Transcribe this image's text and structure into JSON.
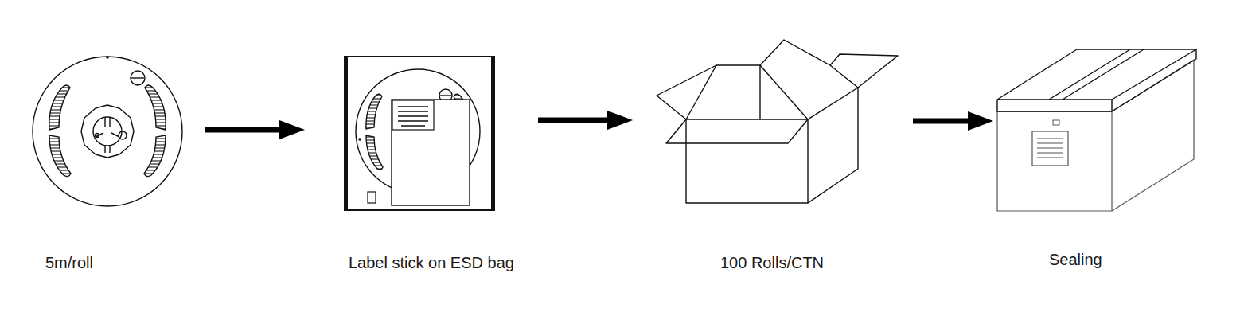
{
  "diagram": {
    "nodes": [
      {
        "text": [
          "5m/roll"
        ]
      },
      {
        "text": [
          "Label stick on ESD bag"
        ]
      },
      {
        "text": [
          "100 Rolls/CTN"
        ]
      },
      {
        "text": [
          "Sealing"
        ]
      }
    ],
    "edges": [
      {
        "from": 0,
        "to": 1,
        "arrow": "to"
      },
      {
        "from": 1,
        "to": 2,
        "arrow": "to"
      },
      {
        "from": 2,
        "to": 3,
        "arrow": "to"
      }
    ]
  }
}
